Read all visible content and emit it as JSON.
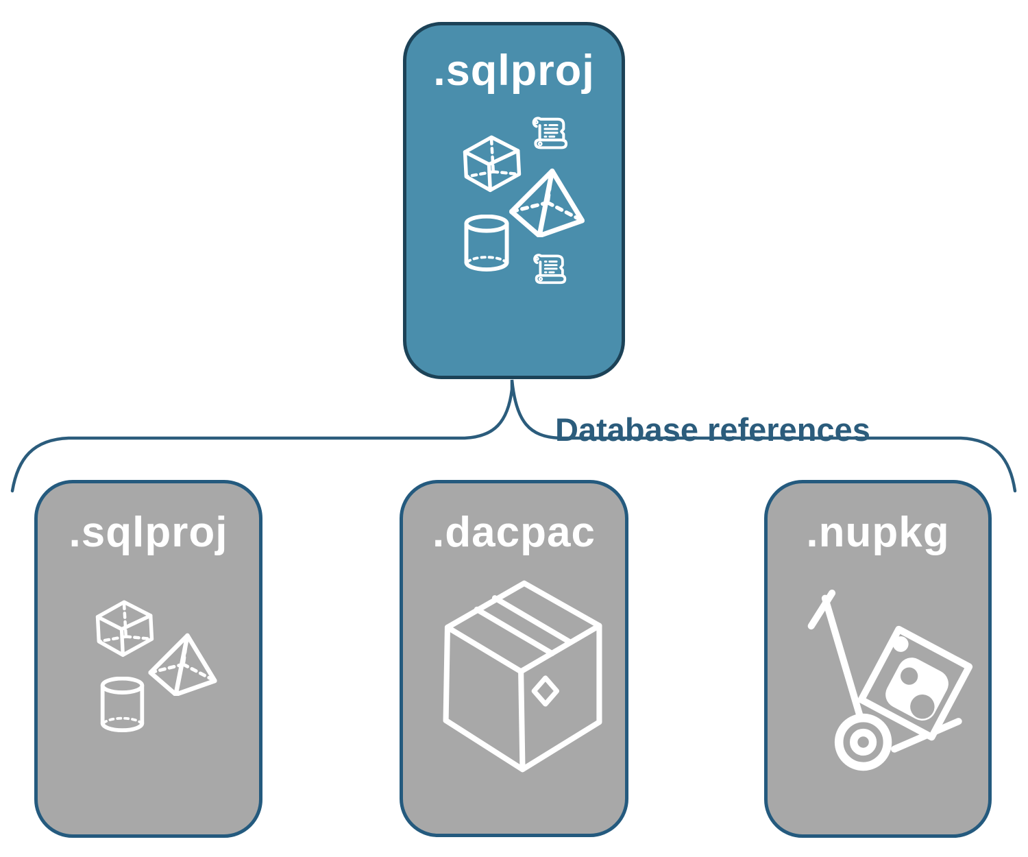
{
  "diagram": {
    "root": {
      "label": ".sqlproj",
      "icons": [
        "scroll-icon",
        "cube-icon",
        "pyramid-icon",
        "cylinder-icon",
        "scroll-icon"
      ]
    },
    "connector_label": "Database references",
    "children": [
      {
        "label": ".sqlproj",
        "icons": [
          "cube-icon",
          "pyramid-icon",
          "cylinder-icon"
        ]
      },
      {
        "label": ".dacpac",
        "icons": [
          "package-box-icon"
        ]
      },
      {
        "label": ".nupkg",
        "icons": [
          "hand-truck-package-icon"
        ]
      }
    ],
    "colors": {
      "root_fill": "#4a8eac",
      "root_border": "#1c4257",
      "child_fill": "#a8a8a8",
      "child_border": "#245a7e",
      "connector_line": "#2b5c7c",
      "connector_text": "#2b5c7c",
      "label_text": "#ffffff",
      "icon_stroke": "#ffffff"
    }
  }
}
